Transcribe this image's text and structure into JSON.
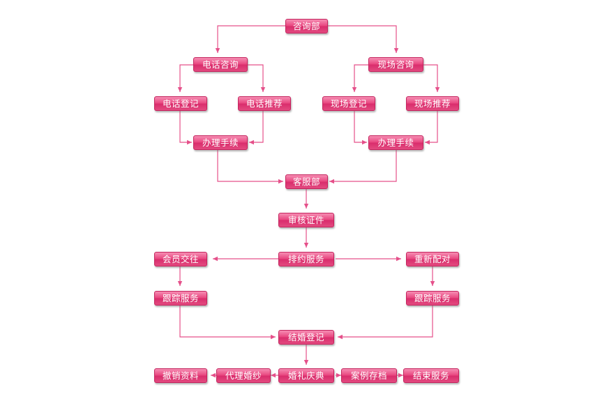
{
  "colors": {
    "box": "#e24a80",
    "box_border": "#c4235d",
    "connector": "#e5508a",
    "text": "#ffffff"
  },
  "nodes": {
    "consult_dept": "咨询部",
    "phone_consult": "电话咨询",
    "onsite_consult": "现场咨询",
    "phone_register": "电话登记",
    "phone_recommend": "电话推荐",
    "onsite_register": "现场登记",
    "onsite_recommend": "现场推荐",
    "procedures_left": "办理手续",
    "procedures_right": "办理手续",
    "service_dept": "客服部",
    "verify_docs": "审核证件",
    "arrange_service": "排约服务",
    "member_dating": "会员交往",
    "rematch": "重新配对",
    "followup_left": "跟踪服务",
    "followup_right": "跟踪服务",
    "marriage_register": "结婚登记",
    "cancel_records": "撤销资料",
    "wedding_dress": "代理婚纱",
    "wedding_ceremony": "婚礼庆典",
    "case_archive": "案例存档",
    "end_service": "结束服务"
  }
}
